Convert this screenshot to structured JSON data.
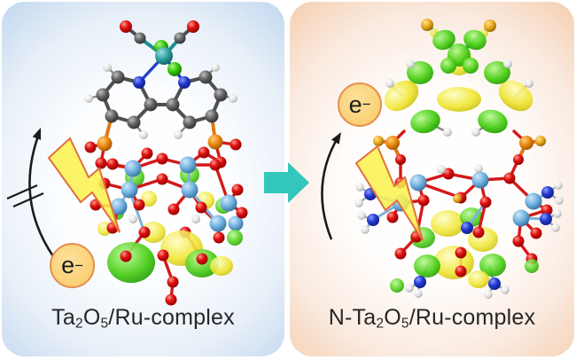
{
  "left_panel": {
    "label_text": "Ta2O5/Ru-complex",
    "label_parts": {
      "p1": "Ta",
      "sub1": "2",
      "p2": "O",
      "sub2": "5",
      "p3": "/Ru-complex"
    },
    "electron_base": "e",
    "electron_sup": "−",
    "edge_color": "#5F8ECB"
  },
  "right_panel": {
    "label_text": "N-Ta2O5/Ru-complex",
    "label_parts": {
      "p1": "N-Ta",
      "sub1": "2",
      "p2": "O",
      "sub2": "5",
      "p3": "/Ru-complex"
    },
    "electron_base": "e",
    "electron_sup": "−",
    "edge_color": "#E9975F"
  },
  "icons": {
    "transition_arrow": "right-block-arrow",
    "lightning_left": "lightning-bolt",
    "lightning_right": "lightning-bolt",
    "electron_path_left": "curved-arrow-blocked",
    "electron_path_right": "curved-arrow"
  },
  "colors": {
    "transition_arrow": "#33C6BC",
    "lightning_fill": "#FAF24C",
    "lightning_stroke": "#E2703F",
    "electron_fill": "#FBD37B",
    "electron_stroke": "#E58E4D",
    "arrow_stroke": "#1B1B1B",
    "orbital_green": "#3CCB1E",
    "orbital_yellow": "#EEE424",
    "label_color": "#262626"
  }
}
